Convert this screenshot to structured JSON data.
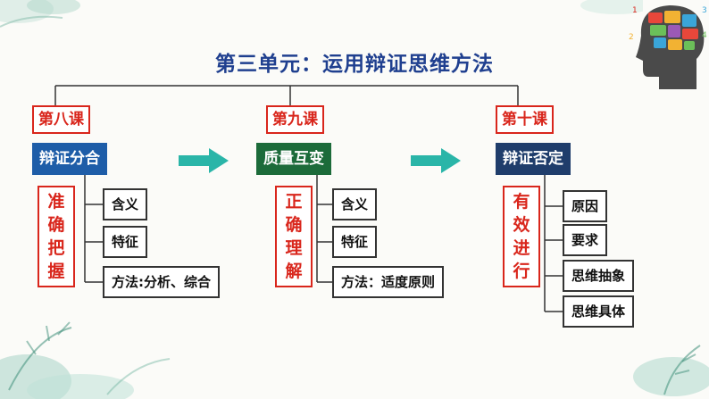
{
  "diagram": {
    "title": "第三单元：运用辩证思维方法",
    "lessons": [
      {
        "tag": "第八课",
        "topic": "辩证分合",
        "label": "准确把握",
        "items": [
          "含义",
          "特征",
          "方法:分析、综合"
        ]
      },
      {
        "tag": "第九课",
        "topic": "质量互变",
        "label": "正确理解",
        "items": [
          "含义",
          "特征",
          "方法：适度原则"
        ]
      },
      {
        "tag": "第十课",
        "topic": "辩证否定",
        "label": "有效进行",
        "items": [
          "原因",
          "要求",
          "思维抽象",
          "思维具体"
        ]
      }
    ],
    "colors": {
      "title": "#1f3f8f",
      "tag_red": "#d9261c",
      "arrow_teal": "#2ab5a8",
      "topic_blue": "#1e5da8",
      "topic_green": "#1c6b3a",
      "topic_navy": "#1f3d6b"
    },
    "icons": [
      "brain-head-icon",
      "arrow-right-icon",
      "leaf-decoration"
    ]
  }
}
